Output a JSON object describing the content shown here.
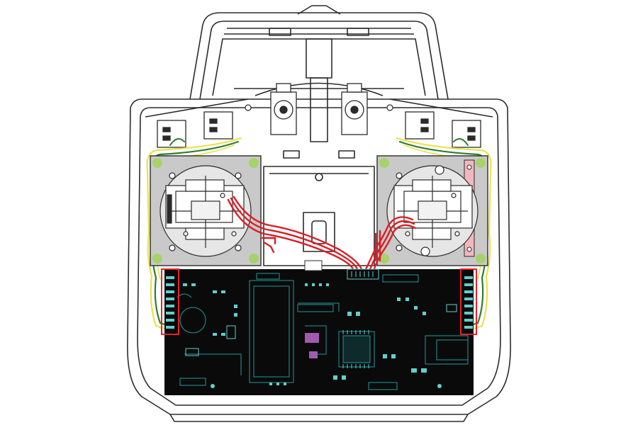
{
  "diagram": {
    "subject": "rc-transmitter-internal-layout",
    "colors": {
      "background": "#ffffff",
      "case_outline": "#2b2b2b",
      "gimbal_plate": "#c9c9c9",
      "gimbal_corner": "#a6d26a",
      "pcb": "#0a0a0a",
      "pcb_trace": "#1f9aa0",
      "pcb_pad": "#5fd0cf",
      "harness_red": "#d81f26",
      "wire_yellow": "#e9e14b",
      "wire_green": "#2f7d32",
      "highlight_box": "#e8202a",
      "highlight_fill": "#f3b6bd"
    },
    "components": [
      {
        "id": "case",
        "label": ""
      },
      {
        "id": "left-gimbal",
        "label": ""
      },
      {
        "id": "right-gimbal",
        "label": ""
      },
      {
        "id": "main-pcb",
        "label": ""
      },
      {
        "id": "left-connector-strip",
        "label": ""
      },
      {
        "id": "right-connector-strip",
        "label": ""
      },
      {
        "id": "red-harness",
        "label": ""
      },
      {
        "id": "yellow-green-wires",
        "label": ""
      }
    ]
  }
}
